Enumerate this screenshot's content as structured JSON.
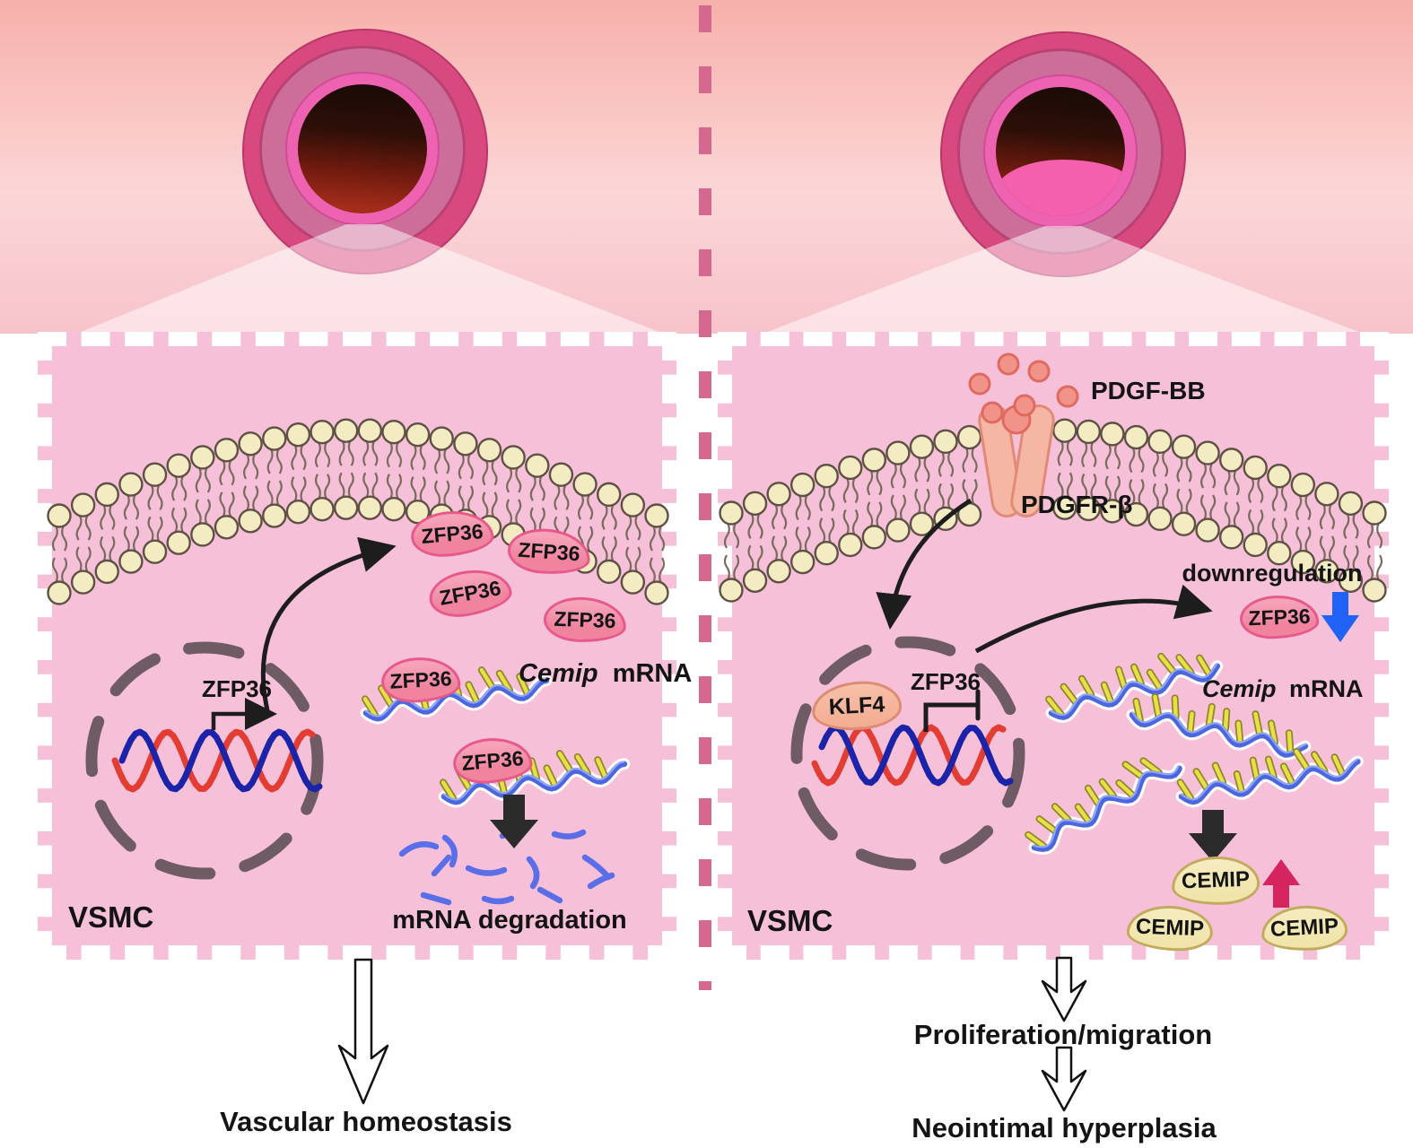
{
  "colors": {
    "background_top": "#f8b7b2",
    "panel_pink": "#f5c0d8",
    "divider_pink": "#d4688f",
    "membrane_cream": "#f3ecc3",
    "membrane_outline": "#5f5046",
    "zfp36_fill": "#f0849f",
    "zfp36_stroke": "#e7598a",
    "klf4_fill": "#f3ac92",
    "cemip_fill": "#f0e3a7",
    "cemip_stroke": "#c2ab5e",
    "pdgf_fill": "#f2938a",
    "receptor_fill": "#f5b7a3",
    "dna_red": "#e23c33",
    "dna_blue": "#1b23a8",
    "mrna_blue": "#4a66e0",
    "mrna_peg": "#e6e044",
    "arrow_black": "#1d1d1d",
    "down_arrow_blue": "#1f62f5",
    "up_arrow_crimson": "#d6245e",
    "vessel_outer": "#d8497f",
    "vessel_media": "#cd6d99",
    "vessel_intima": "#ee62b2",
    "neointima_pink": "#f45fae",
    "nucleus_dash": "#6e5b63"
  },
  "left_panel": {
    "cell_label": "VSMC",
    "nucleus_gene": "ZFP36",
    "protein": "ZFP36",
    "mrna_name_italic": "Cemip",
    "mrna_name_rest": "mRNA",
    "degradation_label": "mRNA degradation",
    "outcome": "Vascular homeostasis"
  },
  "right_panel": {
    "cell_label": "VSMC",
    "ligand": "PDGF-BB",
    "receptor": "PDGFR-β",
    "tf": "KLF4",
    "nucleus_gene": "ZFP36",
    "downregulation": "downregulation",
    "protein": "ZFP36",
    "mrna_name_italic": "Cemip",
    "mrna_name_rest": "mRNA",
    "cemip": "CEMIP",
    "intermediate_outcome": "Proliferation/migration",
    "outcome": "Neointimal hyperplasia"
  }
}
